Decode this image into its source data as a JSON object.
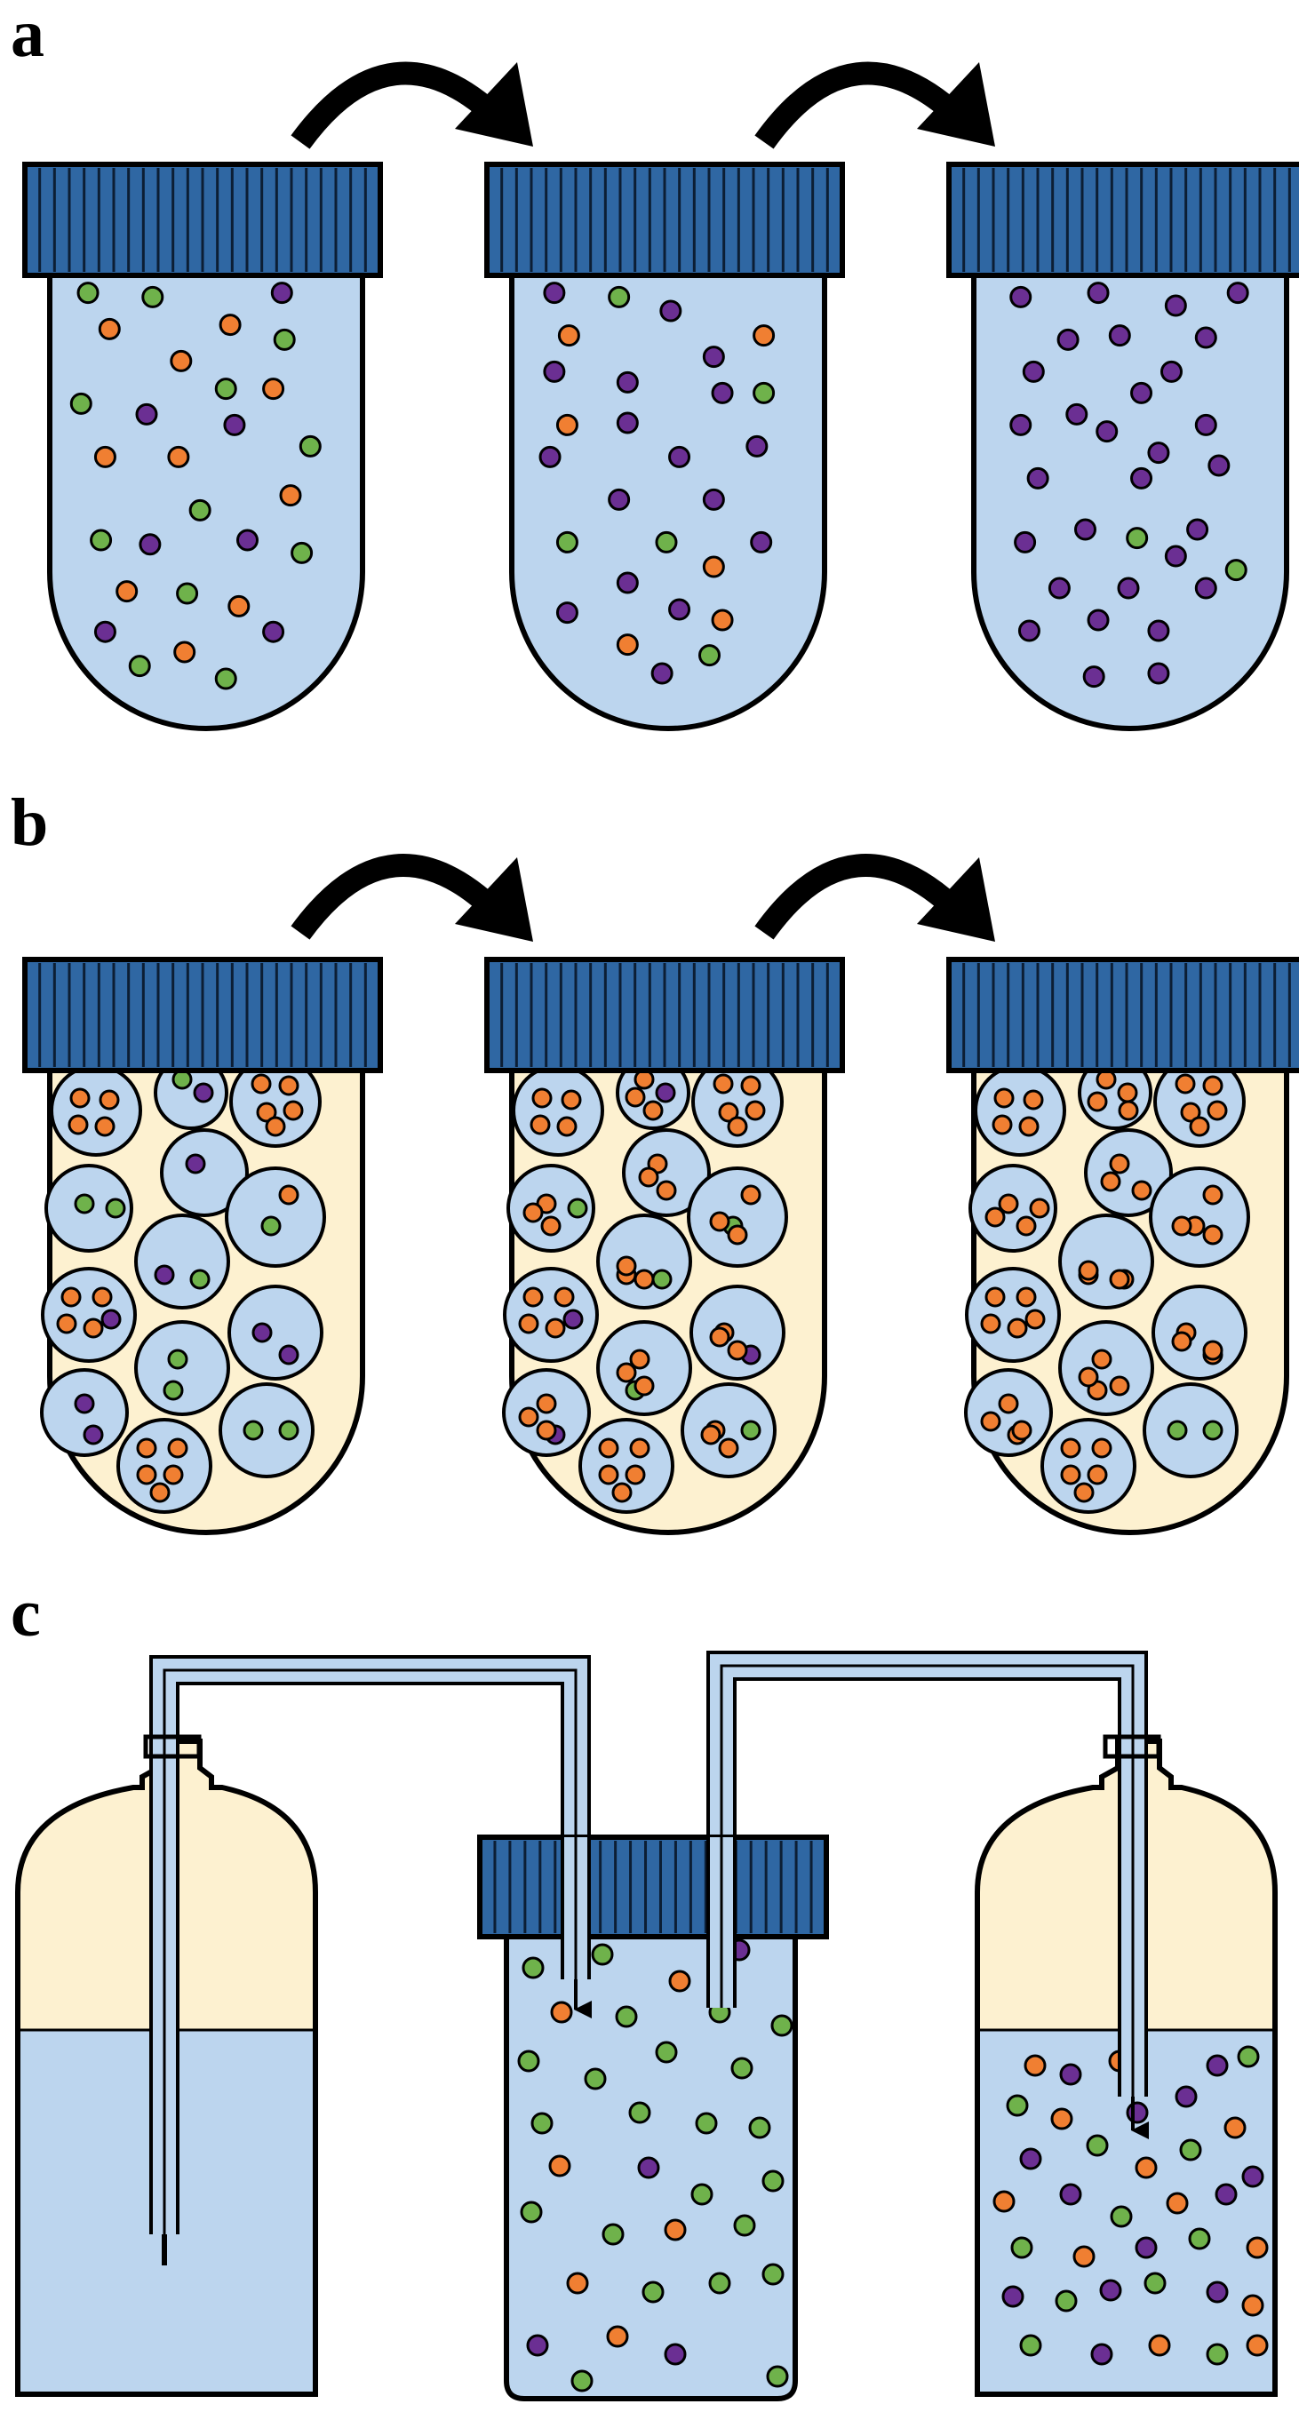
{
  "panels": [
    {
      "label": "a",
      "kind": "serial-transfer-tubes"
    },
    {
      "label": "b",
      "kind": "serial-transfer-emulsion-droplets"
    },
    {
      "label": "c",
      "kind": "continuous-culture-chemostat"
    }
  ],
  "colors": {
    "medium_blue": "#bcd5ee",
    "oil_cream": "#fdf1d0",
    "cap_blue": "#2f67a3",
    "tube_outline": "#000000",
    "dot_orange": "#f07f32",
    "dot_green": "#6fb24b",
    "dot_purple": "#6b2f93",
    "arrow": "#000000"
  },
  "icons": [
    "tube-icon",
    "cap-icon",
    "transfer-arrow-icon",
    "droplet-icon",
    "bottle-icon",
    "tubing-icon",
    "flow-arrow-icon"
  ]
}
